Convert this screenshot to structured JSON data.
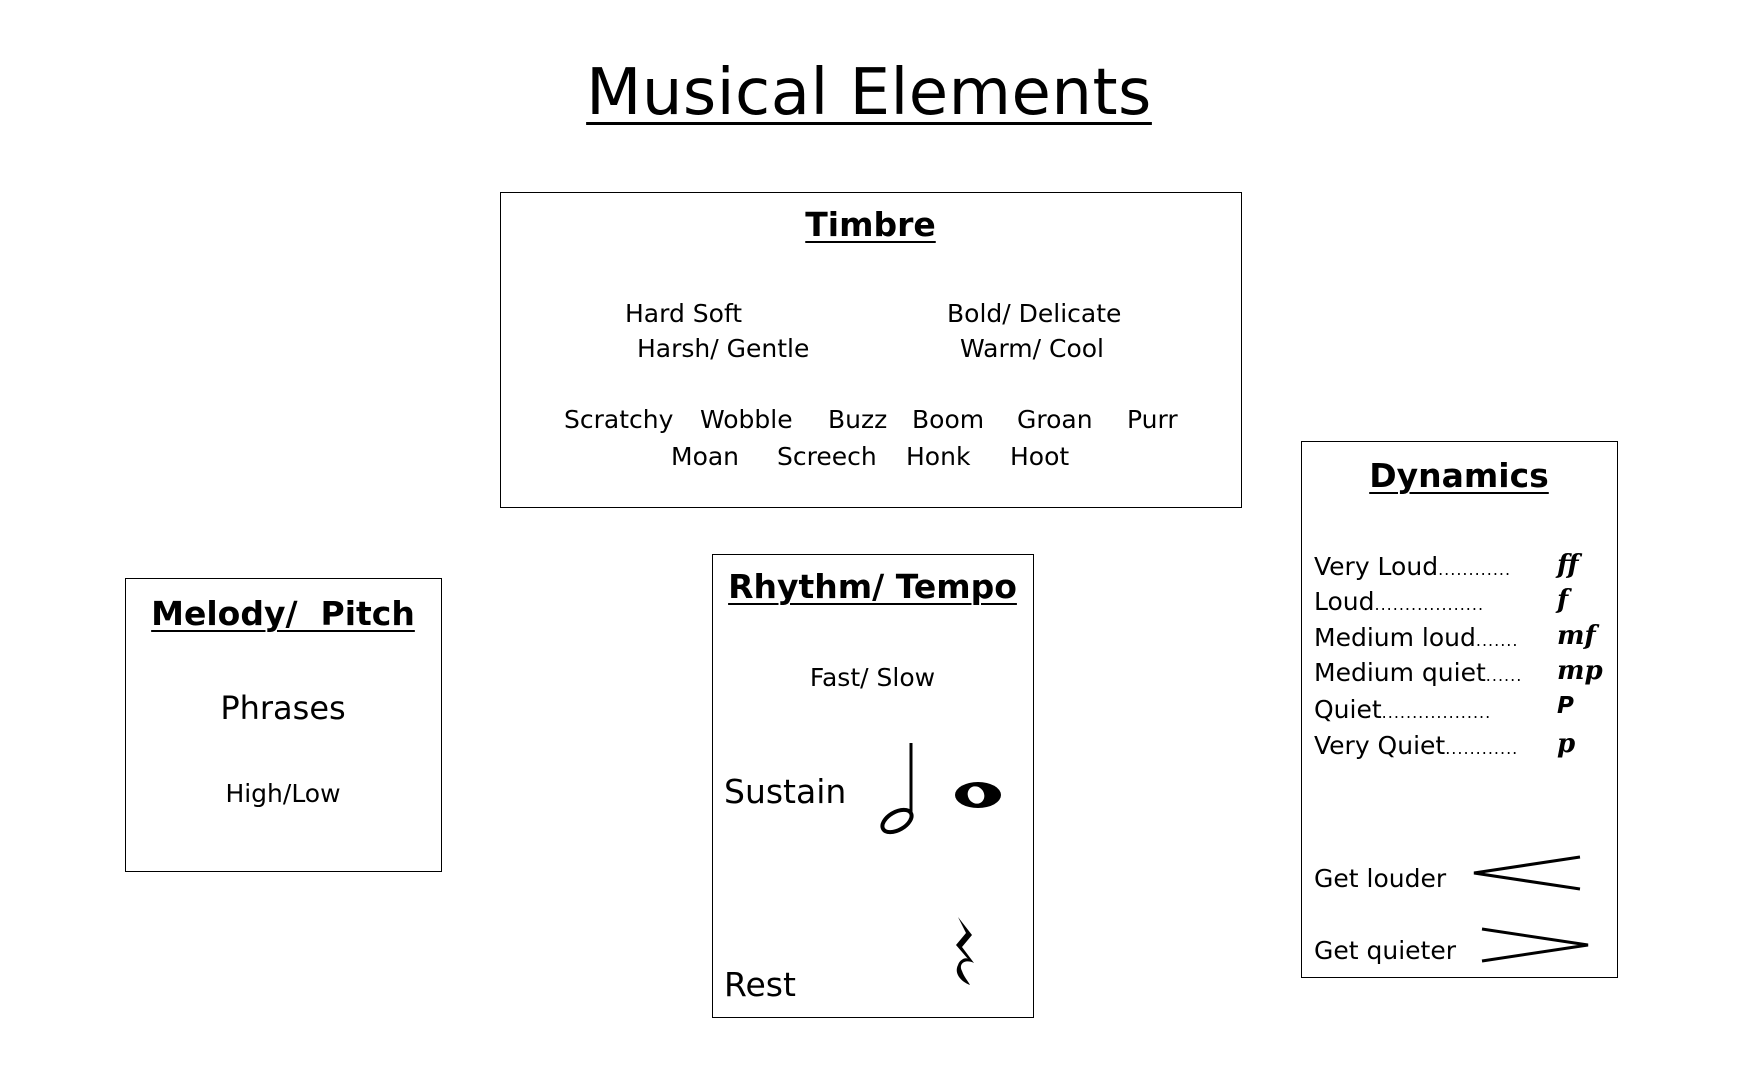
{
  "page": {
    "title": "Musical Elements"
  },
  "timbre": {
    "title": "Timbre",
    "pairs": [
      "Hard Soft",
      "Harsh/ Gentle",
      "Bold/ Delicate",
      "Warm/ Cool"
    ],
    "sounds_row1": [
      "Scratchy",
      "Wobble",
      "Buzz",
      "Boom",
      "Groan",
      "Purr"
    ],
    "sounds_row2": [
      "Moan",
      "Screech",
      "Honk",
      "Hoot"
    ]
  },
  "melody": {
    "title": "Melody/  Pitch",
    "phrases": "Phrases",
    "high_low": "High/Low"
  },
  "rhythm": {
    "title": "Rhythm/ Tempo",
    "fast_slow": "Fast/ Slow",
    "sustain": "Sustain",
    "rest": "Rest",
    "icons": [
      "half-note-icon",
      "whole-note-icon",
      "quarter-rest-icon"
    ]
  },
  "dynamics": {
    "title": "Dynamics",
    "rows": [
      {
        "label": "Very Loud",
        "dots": "............",
        "symbol": "ff"
      },
      {
        "label": "Loud",
        "dots": "..................",
        "symbol": "f"
      },
      {
        "label": "Medium loud",
        "dots": ".......",
        "symbol": "mf"
      },
      {
        "label": "Medium quiet",
        "dots": "......",
        "symbol": "mp"
      },
      {
        "label": "Quiet",
        "dots": "..................",
        "symbol": "P"
      },
      {
        "label": "Very Quiet",
        "dots": "............",
        "symbol": "p"
      }
    ],
    "get_louder": "Get louder",
    "get_quieter": "Get quieter",
    "icons": [
      "crescendo-icon",
      "decrescendo-icon"
    ]
  }
}
